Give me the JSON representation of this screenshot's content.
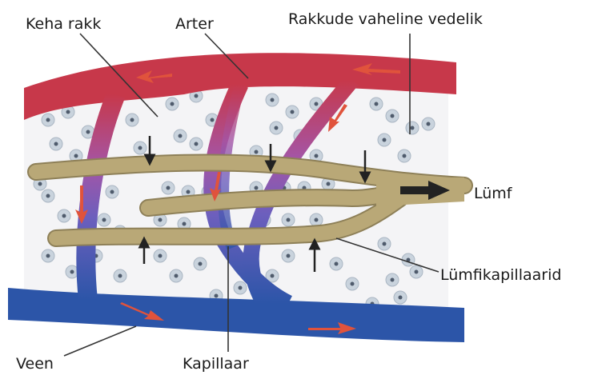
{
  "labels": {
    "body_cell": "Keha rakk",
    "artery": "Arter",
    "interstitial_fluid": "Rakkude vaheline vedelik",
    "lymph": "Lümf",
    "lymph_capillaries": "Lümfikapillaarid",
    "vein": "Veen",
    "capillary": "Kapillaar"
  },
  "colors": {
    "artery": "#c7384a",
    "vein": "#2c55a8",
    "lymph_vessel": "#b9a877",
    "lymph_outline": "#8e8058",
    "cell_fill": "#c9d3dd",
    "cell_nucleus": "#4f5b6c",
    "flow_arrow": "#e0533c",
    "drain_arrow": "#222222",
    "leader_line": "#333333",
    "tissue_bg": "#f4f4f6"
  }
}
